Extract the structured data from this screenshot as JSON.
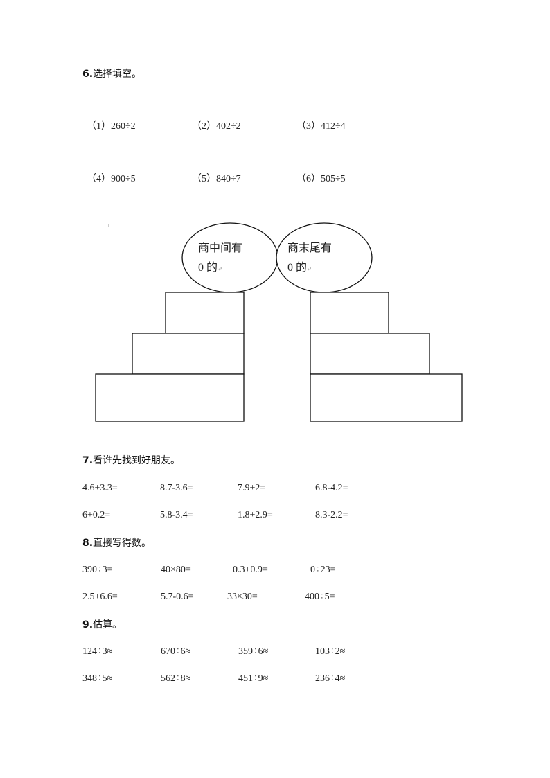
{
  "section6": {
    "heading_num": "6.",
    "heading_text": "选择填空。",
    "items": [
      {
        "label": "（1）",
        "expr": "260÷2"
      },
      {
        "label": "（2）",
        "expr": "402÷2"
      },
      {
        "label": "（3）",
        "expr": "412÷4"
      },
      {
        "label": "（4）",
        "expr": "900÷5"
      },
      {
        "label": "（5）",
        "expr": "840÷7"
      },
      {
        "label": "（6）",
        "expr": "505÷5"
      }
    ],
    "diagram": {
      "left_ellipse": {
        "line1": "商中间有",
        "line2": "0 的",
        "mark": "↵"
      },
      "right_ellipse": {
        "line1": "商末尾有",
        "line2": "0 的",
        "mark": "↵"
      },
      "left_boxes": [
        "",
        "",
        ""
      ],
      "right_boxes": [
        "",
        "",
        ""
      ]
    }
  },
  "section7": {
    "heading_num": "7.",
    "heading_text": "看谁先找到好朋友。",
    "rows": [
      [
        "4.6+3.3=",
        "8.7-3.6=",
        "7.9+2=",
        "6.8-4.2="
      ],
      [
        "6+0.2=",
        "5.8-3.4=",
        "1.8+2.9=",
        "8.3-2.2="
      ]
    ]
  },
  "section8": {
    "heading_num": "8.",
    "heading_text": "直接写得数。",
    "rows": [
      [
        "390÷3=",
        "40×80=",
        "0.3+0.9=",
        "0÷23="
      ],
      [
        "2.5+6.6=",
        "5.7-0.6=",
        "33×30=",
        "400÷5="
      ]
    ]
  },
  "section9": {
    "heading_num": "9.",
    "heading_text": "估算。",
    "rows": [
      [
        "124÷3≈",
        "670÷6≈",
        "359÷6≈",
        "103÷2≈"
      ],
      [
        "348÷5≈",
        "562÷8≈",
        "451÷9≈",
        "236÷4≈"
      ]
    ]
  }
}
